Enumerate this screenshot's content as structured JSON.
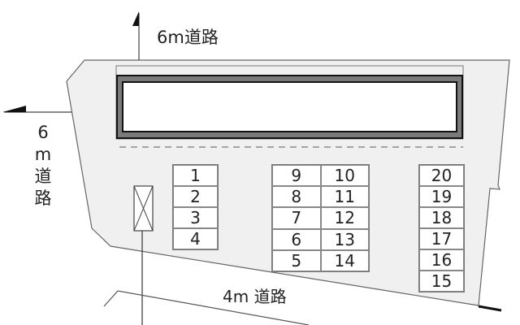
{
  "roads": {
    "north": "6m道路",
    "west_chars": [
      "6",
      "m",
      "道",
      "路"
    ],
    "south": "4m 道路"
  },
  "parking": {
    "left_column": [
      "1",
      "2",
      "3",
      "4"
    ],
    "middle_left_column": [
      "9",
      "8",
      "7",
      "6",
      "5"
    ],
    "middle_right_column": [
      "10",
      "11",
      "12",
      "13",
      "14"
    ],
    "right_column": [
      "20",
      "19",
      "18",
      "17",
      "16",
      "15"
    ]
  },
  "symbols": {
    "building": "building-outline",
    "utility_box": "crossed-box",
    "north_arrow": "arrow-up",
    "west_arrow": "arrow-left"
  },
  "colors": {
    "lot_fill": "#f0f0f0",
    "line": "#555555",
    "building_frame": "#7a7a7a",
    "building_border": "#111111"
  }
}
